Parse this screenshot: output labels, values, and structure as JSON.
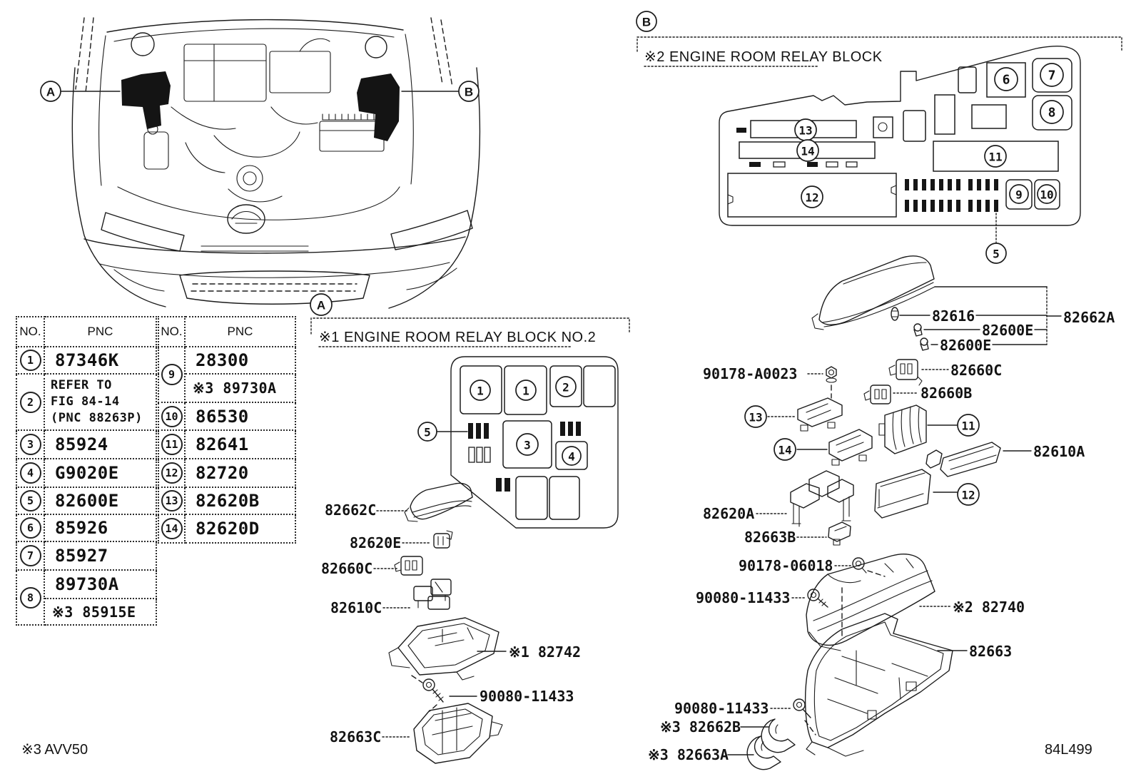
{
  "footer": {
    "model_note": "※3 AVV50",
    "figure_code": "84L499"
  },
  "overview": {
    "callout_a": "A",
    "callout_b": "B"
  },
  "sections": {
    "a": {
      "callout": "A",
      "title": "※1 ENGINE ROOM RELAY BLOCK NO.2",
      "slots": [
        "1",
        "1",
        "2",
        "3",
        "4"
      ]
    },
    "b": {
      "callout": "B",
      "title": "※2 ENGINE ROOM RELAY BLOCK",
      "slots": [
        "6",
        "7",
        "8",
        "9",
        "10",
        "11",
        "12",
        "13",
        "14"
      ]
    }
  },
  "callouts": {
    "c5a": "5",
    "c5b": "5",
    "c11": "11",
    "c12": "12",
    "c13": "13",
    "c14": "14"
  },
  "table": {
    "header_no": "NO.",
    "header_pnc": "PNC",
    "left_rows": [
      {
        "no": "1",
        "pnc": "87346K"
      },
      {
        "no": "2",
        "pnc_lines": [
          "REFER TO",
          "FIG 84-14",
          "(PNC 88263P)"
        ]
      },
      {
        "no": "3",
        "pnc": "85924"
      },
      {
        "no": "4",
        "pnc": "G9020E"
      },
      {
        "no": "5",
        "pnc": "82600E"
      },
      {
        "no": "6",
        "pnc": "85926"
      },
      {
        "no": "7",
        "pnc": "85927"
      },
      {
        "no": "8",
        "pnc": "89730A",
        "pnc_alt": "※3 85915E"
      }
    ],
    "right_rows": [
      {
        "no": "9",
        "pnc": "28300",
        "pnc_alt": "※3 89730A"
      },
      {
        "no": "10",
        "pnc": "86530"
      },
      {
        "no": "11",
        "pnc": "82641"
      },
      {
        "no": "12",
        "pnc": "82720"
      },
      {
        "no": "13",
        "pnc": "82620B"
      },
      {
        "no": "14",
        "pnc": "82620D"
      }
    ]
  },
  "parts_a": {
    "cover": "82662C",
    "clip": "82620E",
    "connector": "82660C",
    "relay_block": "82610C",
    "case_upper": "※1 82742",
    "screw": "90080-11433",
    "case_lower": "82663C"
  },
  "parts_b": {
    "cover_assy": "82662A",
    "pin": "82616",
    "grommet_upper": "82600E",
    "grommet_lower": "82600E",
    "connector_c": "82660C",
    "connector_b": "82660B",
    "nut": "90178-A0023",
    "relay": "82610A",
    "holder": "82620A",
    "bracket": "82663B",
    "bolt": "90178-06018",
    "screw_upper": "90080-11433",
    "cover_lower": "※2 82740",
    "case_lower": "82663",
    "screw_lower": "90080-11433",
    "clamp_b": "※3 82662B",
    "clamp_a": "※3 82663A"
  }
}
